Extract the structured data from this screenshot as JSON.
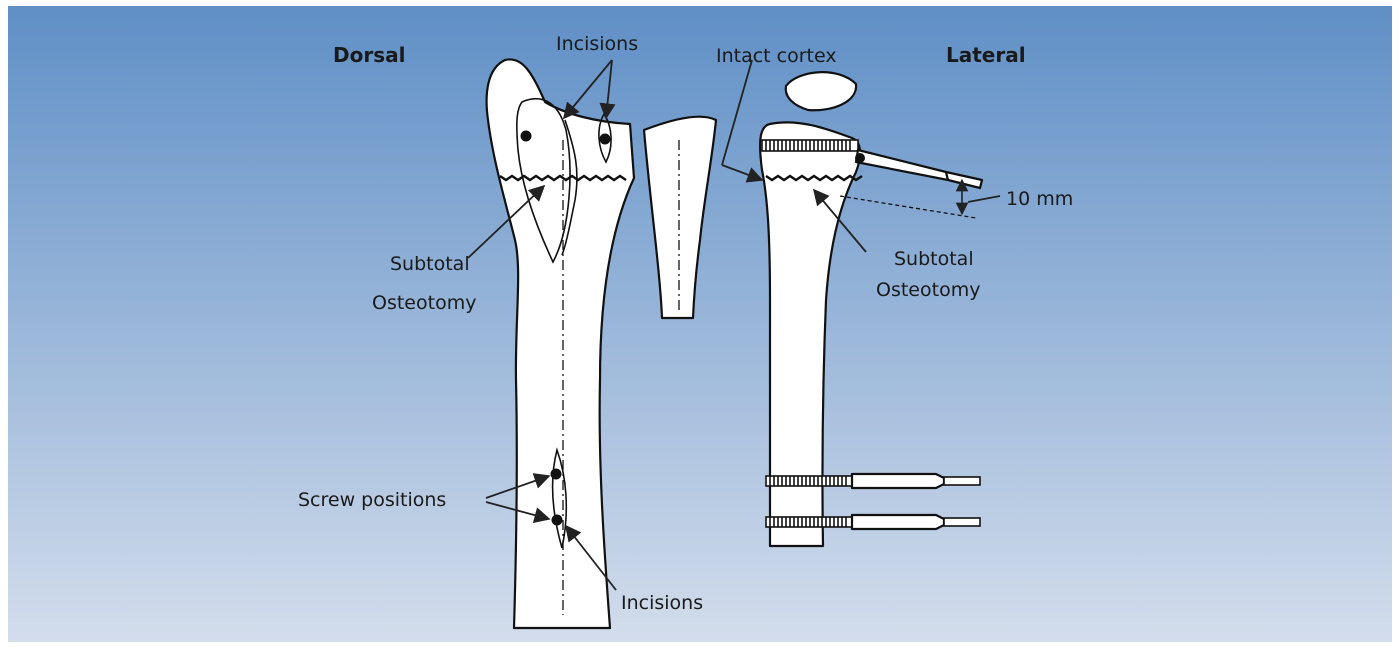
{
  "labels": {
    "dorsal": "Dorsal",
    "lateral": "Lateral",
    "incisions_top": "Incisions",
    "intact_cortex": "Intact cortex",
    "subtotal_left_line1": "Subtotal",
    "subtotal_left_line2": "Osteotomy",
    "subtotal_right_line1": "Subtotal",
    "subtotal_right_line2": "Osteotomy",
    "screw_positions": "Screw positions",
    "incisions_bottom": "Incisions",
    "measurement": "10 mm"
  },
  "colors": {
    "background_top": "#5f8fc6",
    "background_bottom": "#d3ddec",
    "ink": "#111111",
    "bone_fill": "#ffffff"
  }
}
